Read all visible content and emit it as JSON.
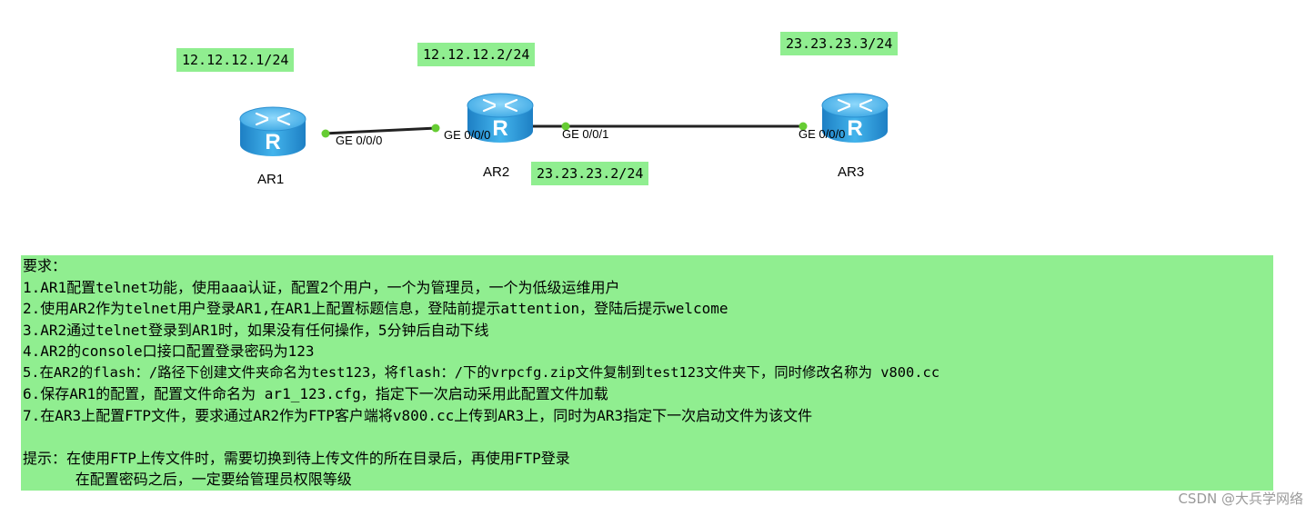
{
  "ip_labels": {
    "ar1_ge000": "12.12.12.1/24",
    "ar2_ge000": "12.12.12.2/24",
    "ar2_ge001": "23.23.23.2/24",
    "ar3_ge000": "23.23.23.3/24"
  },
  "routers": {
    "ar1": "AR1",
    "ar2": "AR2",
    "ar3": "AR3"
  },
  "ports": {
    "ar1_port": "GE 0/0/0",
    "ar2_port_left": "GE 0/0/0",
    "ar2_port_right": "GE 0/0/1",
    "ar3_port": "GE 0/0/0"
  },
  "requirements": {
    "heading": "要求：",
    "items": [
      "1.AR1配置telnet功能，使用aaa认证，配置2个用户，一个为管理员，一个为低级运维用户",
      "2.使用AR2作为telnet用户登录AR1,在AR1上配置标题信息，登陆前提示attention，登陆后提示welcome",
      "3.AR2通过telnet登录到AR1时，如果没有任何操作，5分钟后自动下线",
      "4.AR2的console口接口配置登录密码为123",
      "5.在AR2的flash：/路径下创建文件夹命名为test123，将flash：/下的vrpcfg.zip文件复制到test123文件夹下，同时修改名称为 v800.cc",
      "6.保存AR1的配置，配置文件命名为 ar1_123.cfg，指定下一次启动采用此配置文件加载",
      "7.在AR3上配置FTP文件，要求通过AR2作为FTP客户端将v800.cc上传到AR3上，同时为AR3指定下一次启动文件为该文件"
    ],
    "hint_line1": "提示：在使用FTP上传文件时，需要切换到待上传文件的所在目录后，再使用FTP登录",
    "hint_line2": "      在配置密码之后，一定要给管理员权限等级"
  },
  "watermark": "CSDN @大兵学网络",
  "colors": {
    "label_bg": "#90ee90",
    "port_dot": "#66cc33",
    "router_body": "#3aa6e0"
  }
}
